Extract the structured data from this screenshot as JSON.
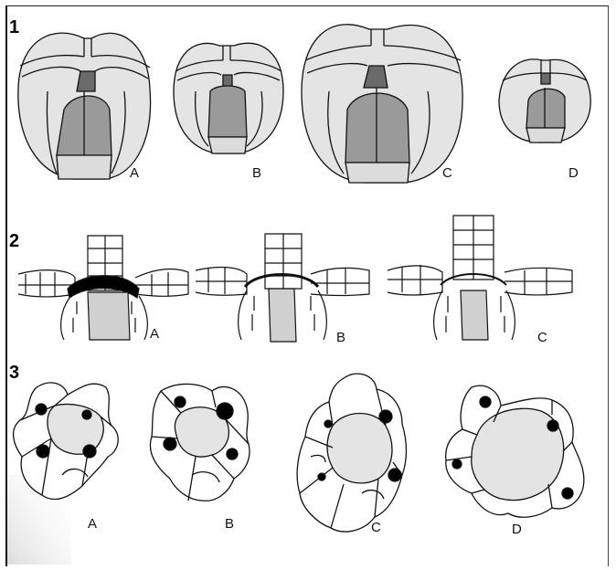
{
  "panels": [
    {
      "number": "1",
      "sublabels": [
        "A",
        "B",
        "C",
        "D"
      ]
    },
    {
      "number": "2",
      "sublabels": [
        "A",
        "B",
        "C"
      ]
    },
    {
      "number": "3",
      "sublabels": [
        "A",
        "B",
        "C",
        "D"
      ]
    }
  ],
  "colors": {
    "outline": "#111111",
    "light_fill": "#e4e4e4",
    "mid_fill": "#9a9a9a",
    "dark_fill": "#6a6a6a",
    "cap_fill": "#000000",
    "background": "#ffffff"
  }
}
